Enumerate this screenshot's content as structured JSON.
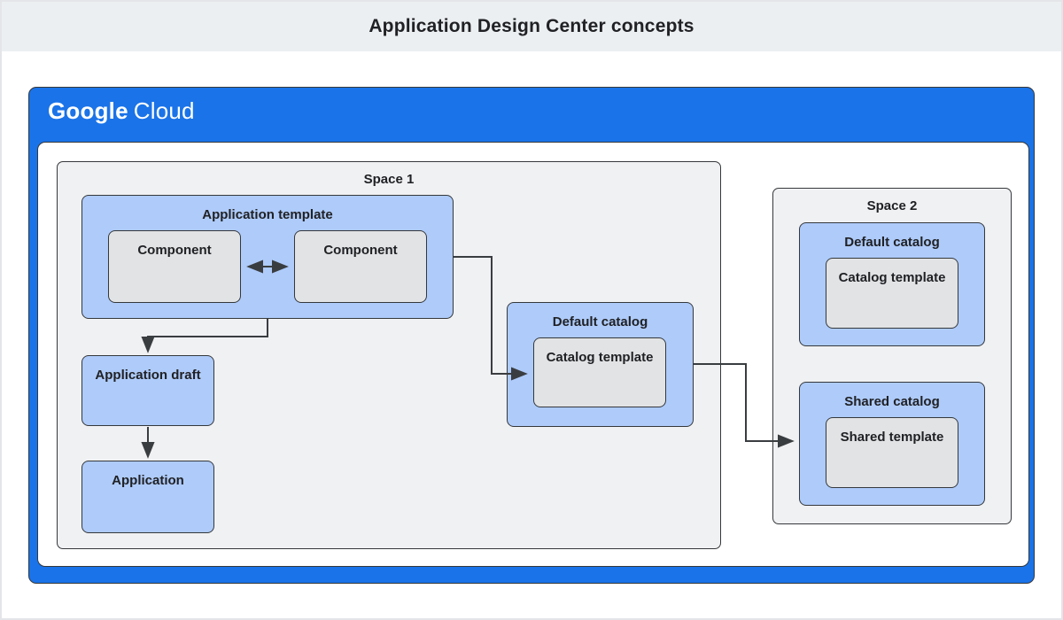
{
  "banner": {
    "title": "Application Design Center concepts"
  },
  "brand": {
    "google": "Google",
    "cloud": "Cloud"
  },
  "space1": {
    "label": "Space 1",
    "application_template": {
      "label": "Application template",
      "components": [
        "Component",
        "Component"
      ]
    },
    "application_draft": {
      "label": "Application draft"
    },
    "application": {
      "label": "Application"
    },
    "default_catalog": {
      "label": "Default catalog",
      "catalog_template": {
        "label": "Catalog template"
      }
    }
  },
  "space2": {
    "label": "Space 2",
    "default_catalog": {
      "label": "Default catalog",
      "catalog_template": {
        "label": "Catalog template"
      }
    },
    "shared_catalog": {
      "label": "Shared catalog",
      "shared_template": {
        "label": "Shared template"
      }
    }
  },
  "colors": {
    "accent_blue": "#1a73e8",
    "node_blue": "#aecbfa",
    "node_gray": "#e1e3e5",
    "space_gray": "#f0f1f3",
    "banner_gray": "#eceff1",
    "border_dark": "#35383b",
    "text_dark": "#202124",
    "connector": "#3a3d40"
  }
}
